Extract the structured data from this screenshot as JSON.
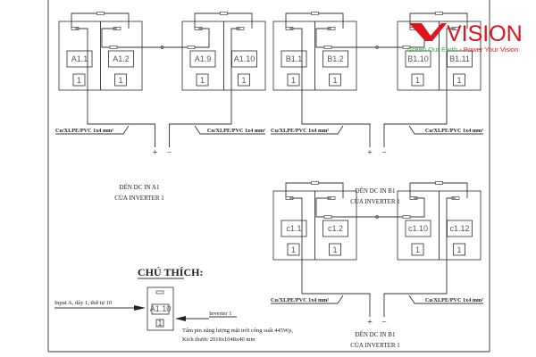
{
  "top_groups": [
    {
      "panels": [
        {
          "label": "A1.1",
          "string": "1"
        },
        {
          "label": "A1.2",
          "string": "1"
        }
      ]
    },
    {
      "panels": [
        {
          "label": "A1.9",
          "string": "1"
        },
        {
          "label": "A1.10",
          "string": "1"
        }
      ]
    },
    {
      "panels": [
        {
          "label": "B1.1",
          "string": "1"
        },
        {
          "label": "B1.2",
          "string": "1"
        }
      ]
    },
    {
      "panels": [
        {
          "label": "B1.10",
          "string": "1"
        },
        {
          "label": "B1.11",
          "string": "1"
        }
      ]
    }
  ],
  "bottom_groups": [
    {
      "panels": [
        {
          "label": "c1.1",
          "string": "1"
        },
        {
          "label": "c1.2",
          "string": "1"
        }
      ]
    },
    {
      "panels": [
        {
          "label": "c1.10",
          "string": "1"
        },
        {
          "label": "c1.12",
          "string": "1"
        }
      ]
    }
  ],
  "cable_label": "Cu/XLPE/PVC 1x4 mm²",
  "plus_symbol": "+",
  "minus_symbol": "−",
  "destinations": [
    {
      "line1": "ĐẾN DC IN  A1",
      "line2": "CỦA INVERTER 1"
    },
    {
      "line1": "ĐẾN DC IN  B1",
      "line2": "CỦA INVERTER 1"
    },
    {
      "line1": "ĐẾN DC IN  B1",
      "line2": "CỦA INVERTER 1"
    }
  ],
  "legend": {
    "title": "CHÚ THÍCH:",
    "sample_label": "A1.10",
    "sample_string": "1",
    "input_note": "Input A, dây 1, thứ tự 10",
    "inverter_note": "Inverter 1",
    "description_line1": "Tấm pin năng lượng mặt trời công suất 445Wp,",
    "description_line2": "Kích thước 2018x1048x40 mm"
  },
  "logo": {
    "brand": "VISION",
    "tagline_green": "Green Our Earth",
    "tagline_red": " - Power Your Vision",
    "colors": {
      "red": "#e0141e",
      "green": "#3cb043"
    }
  }
}
